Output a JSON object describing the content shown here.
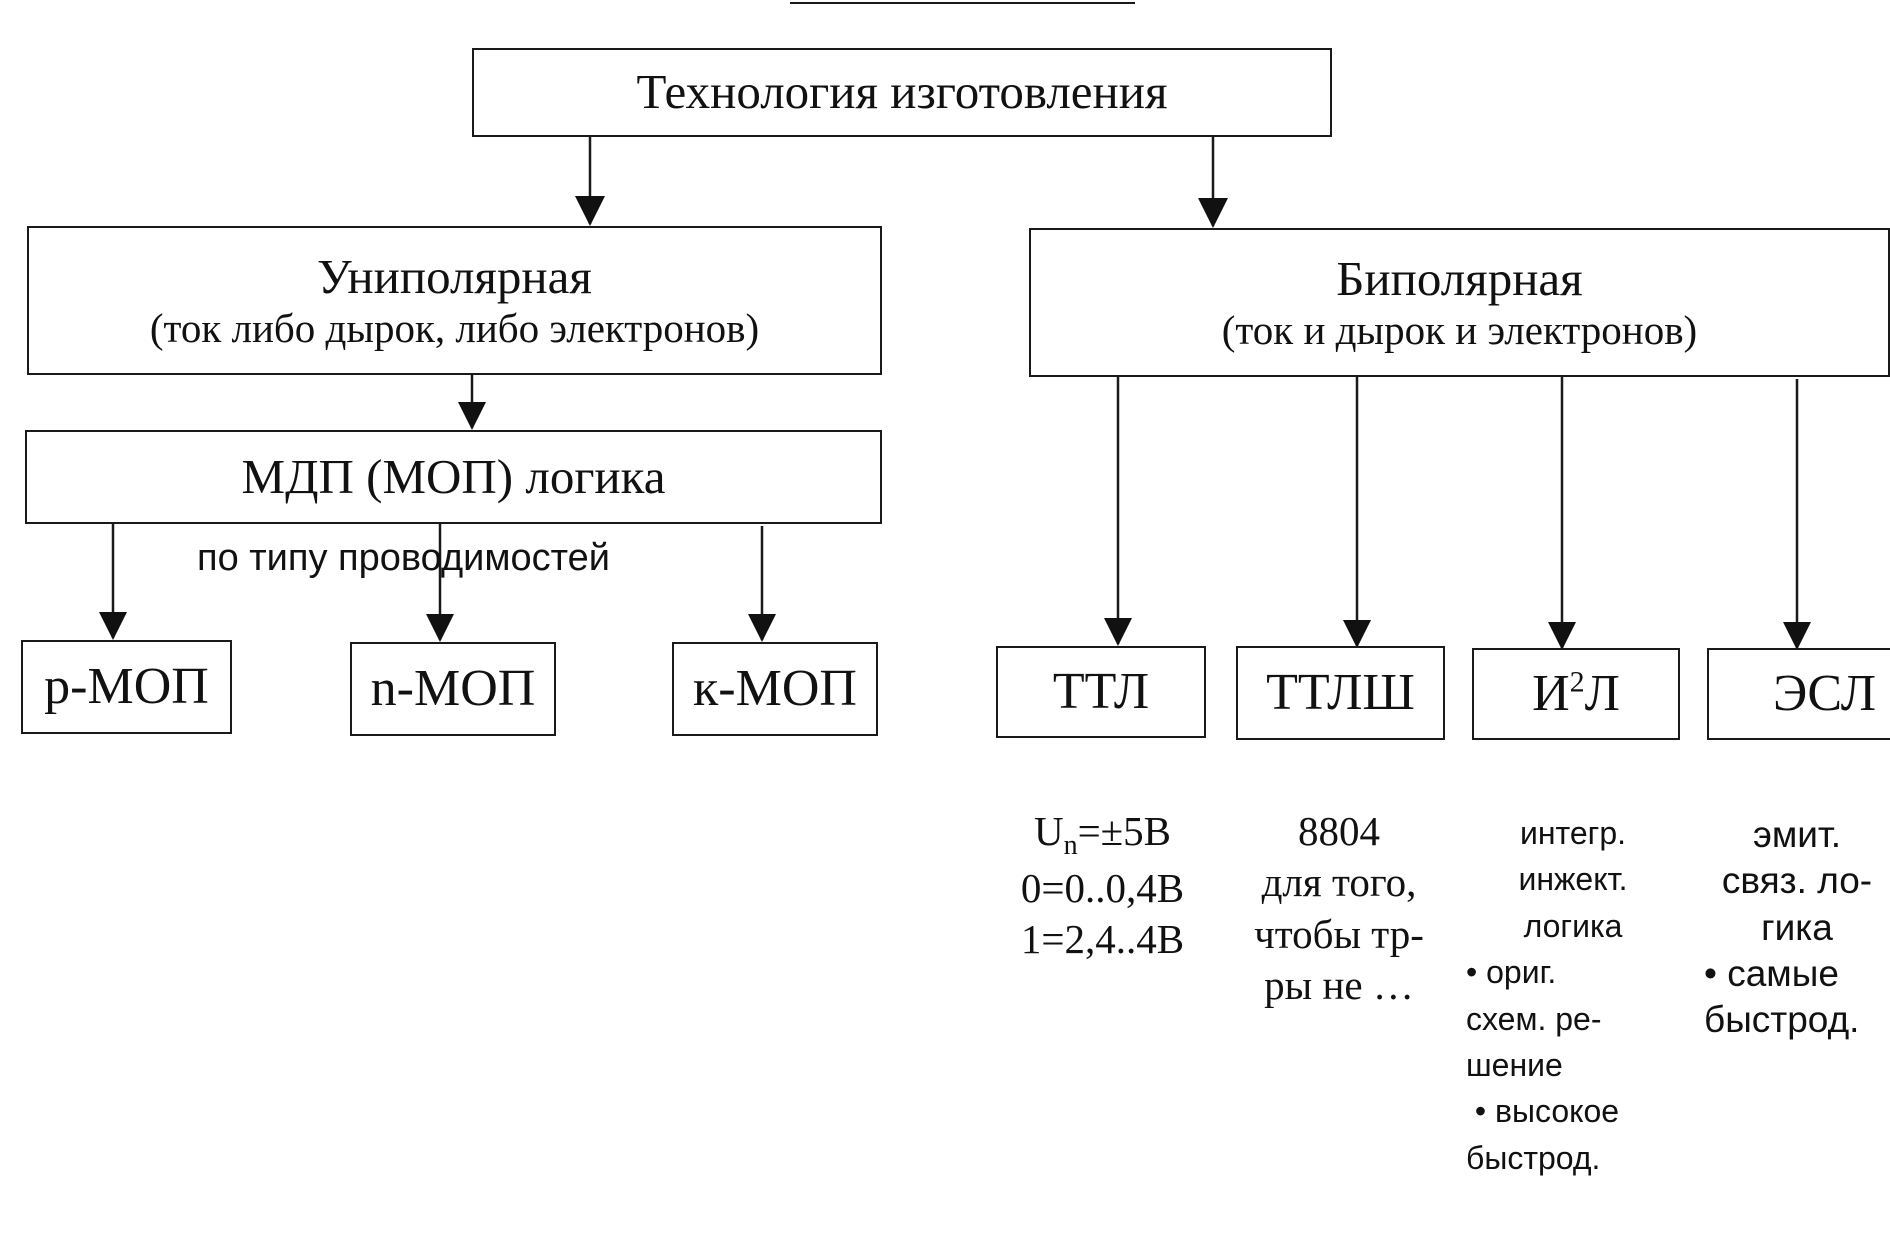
{
  "root": {
    "label": "Технология изготовления"
  },
  "unipolar": {
    "title": "Униполярная",
    "subtitle": "(ток либо дырок, либо электронов)"
  },
  "bipolar": {
    "title": "Биполярная",
    "subtitle": "(ток и дырок и электронов)"
  },
  "mdp": {
    "label": "МДП (МОП) логика"
  },
  "conductivity_caption": "по типу проводимостей",
  "mos_types": [
    {
      "label": "р-МОП"
    },
    {
      "label": "n-МОП"
    },
    {
      "label": "к-МОП"
    }
  ],
  "bipolar_types": [
    {
      "label": "ТТЛ"
    },
    {
      "label": "ТТЛШ"
    },
    {
      "label_main": "И",
      "label_sup": "2",
      "label_end": "Л"
    },
    {
      "label": "ЭСЛ"
    }
  ],
  "notes": {
    "ttl": {
      "u_symbol": "U",
      "u_subscript": "n",
      "u_value": "=±5В",
      "line2": "0=0..0,4В",
      "line3": "1=2,4..4В"
    },
    "ttlsh": {
      "lines": [
        "8804",
        "для того,",
        "чтобы тр-",
        "ры не …"
      ]
    },
    "i2l": {
      "lines_centered": [
        "интегр.",
        "инжект.",
        "логика"
      ],
      "lines_left": [
        "• ориг.",
        "схем. ре-",
        "шение",
        " • высокое",
        "быстрод."
      ]
    },
    "esl": {
      "lines_centered": [
        "эмит.",
        "связ. ло-",
        "гика"
      ],
      "lines_left": [
        "• самые",
        "быстрод."
      ]
    }
  }
}
